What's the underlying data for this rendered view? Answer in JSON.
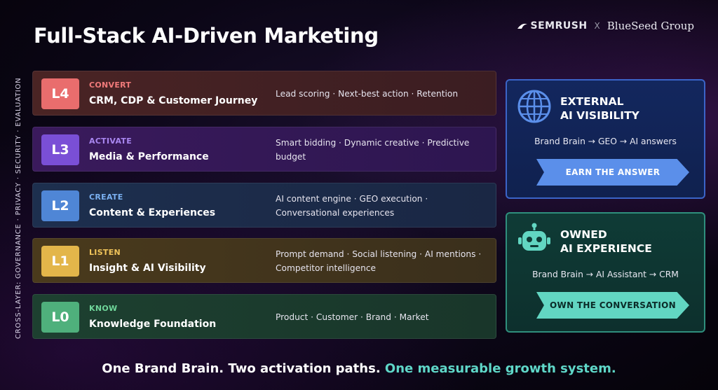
{
  "title": "Full-Stack AI-Driven Marketing",
  "brands": {
    "semrush": "SEMRUSH",
    "x": "X",
    "blueseed": "BlueSeed Group"
  },
  "vertical_label": "CROSS-LAYER: GOVERNANCE · PRIVACY · SECURITY · EVALUATION",
  "layers": [
    {
      "badge": "L4",
      "tag": "CONVERT",
      "name": "CRM, CDP & Customer Journey",
      "desc": "Lead scoring · Next-best action · Retention",
      "color": "#e96d6d"
    },
    {
      "badge": "L3",
      "tag": "ACTIVATE",
      "name": "Media & Performance",
      "desc": "Smart bidding · Dynamic creative · Predictive budget",
      "color": "#7a4fd6"
    },
    {
      "badge": "L2",
      "tag": "CREATE",
      "name": "Content & Experiences",
      "desc": "AI content engine · GEO execution · Conversational experiences",
      "color": "#4f86d6"
    },
    {
      "badge": "L1",
      "tag": "LISTEN",
      "name": "Insight & AI Visibility",
      "desc": "Prompt demand · Social listening · AI mentions · Competitor intelligence",
      "color": "#e3b64a"
    },
    {
      "badge": "L0",
      "tag": "KNOW",
      "name": "Knowledge Foundation",
      "desc": "Product · Customer · Brand · Market",
      "color": "#4fb07c"
    }
  ],
  "external": {
    "icon": "globe-icon",
    "head_line1": "EXTERNAL",
    "head_line2": "AI VISIBILITY",
    "flow": "Brand Brain → GEO → AI answers",
    "cta": "EARN THE ANSWER"
  },
  "owned": {
    "icon": "robot-icon",
    "head_line1": "OWNED",
    "head_line2": "AI EXPERIENCE",
    "flow": "Brand Brain → AI Assistant → CRM",
    "cta": "OWN THE CONVERSATION"
  },
  "footer": {
    "main": "One Brand Brain. Two activation paths. ",
    "accent": "One measurable growth system."
  }
}
